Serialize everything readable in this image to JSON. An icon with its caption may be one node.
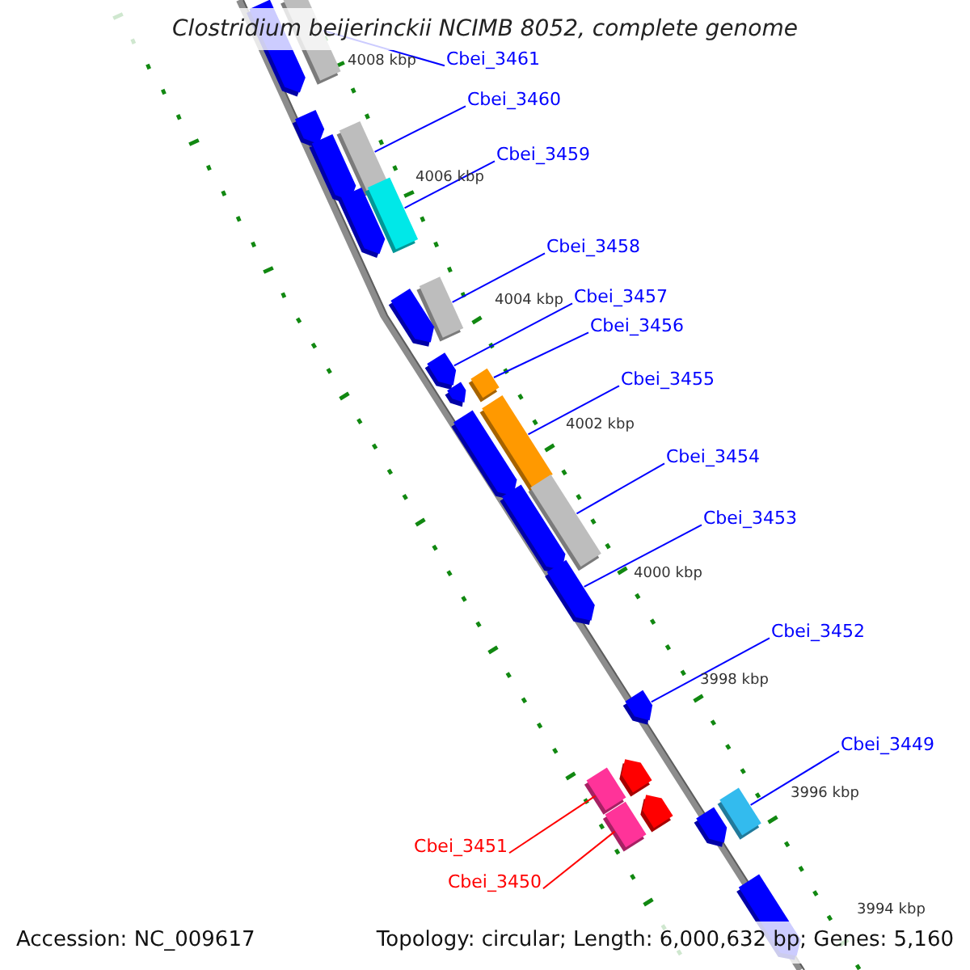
{
  "diagram": {
    "title": "Clostridium beijerinckii NCIMB 8052, complete genome",
    "nodes": [
      {
        "text": [],
        "shape": "bar"
      },
      {
        "text": [],
        "shape": "arrow"
      },
      {
        "text": [],
        "shape": "arrow"
      },
      {
        "text": [],
        "shape": "bar"
      },
      {
        "text": [],
        "shape": "arrow"
      },
      {
        "text": [],
        "shape": "bar"
      },
      {
        "text": [],
        "shape": "arrow"
      },
      {
        "text": [],
        "shape": "bar"
      },
      {
        "text": [],
        "shape": "arrow"
      },
      {
        "text": [],
        "shape": "arrow"
      },
      {
        "text": [],
        "shape": "bar"
      },
      {
        "text": [],
        "shape": "arrow"
      },
      {
        "text": [],
        "shape": "bar"
      },
      {
        "text": [],
        "shape": "arrow"
      },
      {
        "text": [],
        "shape": "bar"
      },
      {
        "text": [],
        "shape": "arrow"
      },
      {
        "text": [],
        "shape": "arrow"
      },
      {
        "text": [],
        "shape": "arrow"
      },
      {
        "text": [],
        "shape": "arrow"
      },
      {
        "text": [],
        "shape": "bar"
      },
      {
        "text": [],
        "shape": "arrow"
      },
      {
        "text": [],
        "shape": "bar"
      },
      {
        "text": [],
        "shape": "arrow"
      },
      {
        "text": [],
        "shape": "bar"
      },
      {
        "text": [],
        "shape": "arrow"
      },
      {
        "text": [
          "Cbei_3461"
        ]
      },
      {
        "text": [
          "Cbei_3460"
        ]
      },
      {
        "text": [
          "Cbei_3459"
        ]
      },
      {
        "text": [
          "Cbei_3458"
        ]
      },
      {
        "text": [
          "Cbei_3457"
        ]
      },
      {
        "text": [
          "Cbei_3456"
        ]
      },
      {
        "text": [
          "Cbei_3455"
        ]
      },
      {
        "text": [
          "Cbei_3454"
        ]
      },
      {
        "text": [
          "Cbei_3453"
        ]
      },
      {
        "text": [
          "Cbei_3452"
        ]
      },
      {
        "text": [
          "Cbei_3449"
        ]
      },
      {
        "text": [
          "Cbei_3451"
        ]
      },
      {
        "text": [
          "Cbei_3450"
        ]
      }
    ],
    "edges": [
      {
        "from": 25,
        "to": 0,
        "arrow": "none"
      },
      {
        "from": 26,
        "to": 3,
        "arrow": "none"
      },
      {
        "from": 27,
        "to": 5,
        "arrow": "none"
      },
      {
        "from": 28,
        "to": 7,
        "arrow": "none"
      },
      {
        "from": 29,
        "to": 9,
        "arrow": "none"
      },
      {
        "from": 30,
        "to": 10,
        "arrow": "none"
      },
      {
        "from": 31,
        "to": 12,
        "arrow": "none"
      },
      {
        "from": 32,
        "to": 14,
        "arrow": "none"
      },
      {
        "from": 33,
        "to": 16,
        "arrow": "none"
      },
      {
        "from": 34,
        "to": 17,
        "arrow": "none"
      },
      {
        "from": 35,
        "to": 23,
        "arrow": "none"
      },
      {
        "from": 36,
        "to": 19,
        "arrow": "none",
        "color": "#ff0000"
      },
      {
        "from": 37,
        "to": 21,
        "arrow": "none",
        "color": "#ff0000"
      }
    ],
    "labels": [
      "4008 kbp",
      "4006 kbp",
      "4004 kbp",
      "4002 kbp",
      "4000 kbp",
      "3998 kbp",
      "3996 kbp",
      "3994 kbp",
      "Accession: NC_009617",
      "Topology: circular; Length: 6,000,632 bp; Genes: 5,160"
    ]
  }
}
